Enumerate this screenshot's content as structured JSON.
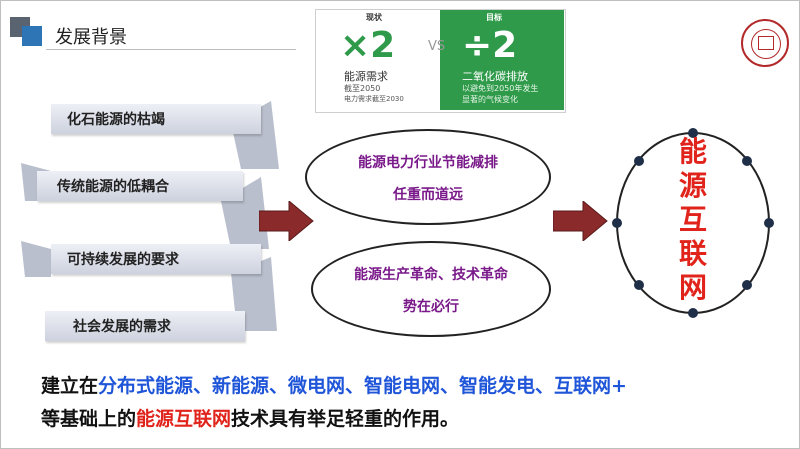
{
  "title": "发展背景",
  "banner": {
    "left_head": "现状",
    "left_big": "×2",
    "left_sub": "能源需求",
    "left_small1": "截至2050",
    "left_small2": "电力需求截至2030",
    "vs": "VS",
    "right_head": "目标",
    "right_big": "÷2",
    "right_sub": "二氧化碳排放",
    "right_small1": "以避免到2050年发生",
    "right_small2": "显著的气候变化"
  },
  "ribbons": [
    {
      "label": "化石能源的枯竭"
    },
    {
      "label": "传统能源的低耦合"
    },
    {
      "label": "可持续发展的要求"
    },
    {
      "label": "社会发展的需求"
    }
  ],
  "ellipses": [
    {
      "line1": "能源电力行业节能减排",
      "line2": "任重而道远"
    },
    {
      "line1": "能源生产革命、技术革命",
      "line2": "势在必行"
    }
  ],
  "circle_label": [
    "能",
    "源",
    "互",
    "联",
    "网"
  ],
  "bottom": {
    "line1_prefix": "建立在",
    "line1_blue": "分布式能源、新能源、微电网、智能电网、智能发电、互联网+",
    "line2_prefix": "等基础上的",
    "line2_red": "能源互联网",
    "line2_suffix": "技术具有举足轻重的作用。"
  },
  "colors": {
    "accent_blue": "#1f55d8",
    "accent_red": "#e0241b",
    "purple": "#7a1a8a",
    "green": "#2e9a4a",
    "arrow": "#8b2a2a"
  }
}
